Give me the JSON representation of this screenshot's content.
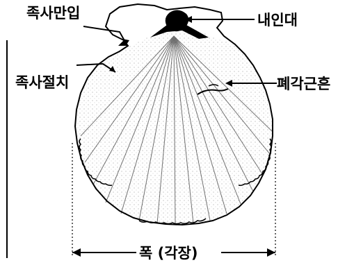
{
  "labels": {
    "byssal_notch_top": "족사만입",
    "byssal_notch_side": "족사절치",
    "ligament": "내인대",
    "adductor_scar": "폐각근흔",
    "width": "폭 (각장)"
  },
  "colors": {
    "ink": "#000000",
    "paper": "#ffffff"
  }
}
